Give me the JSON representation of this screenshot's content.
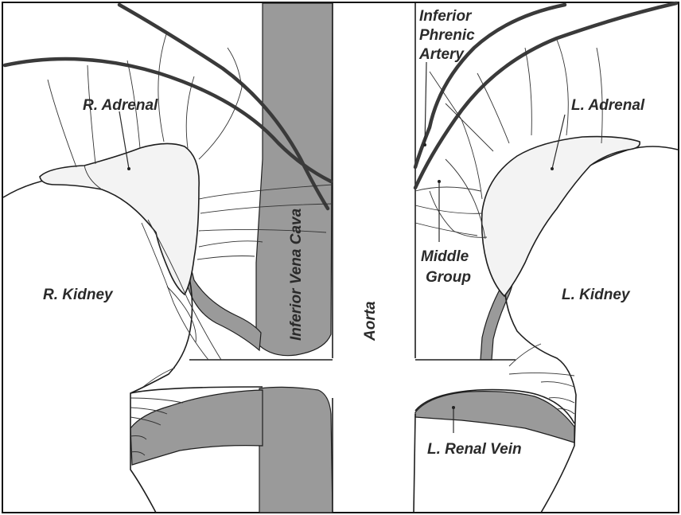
{
  "labels": {
    "r_adrenal": "R. Adrenal",
    "l_adrenal": "L. Adrenal",
    "inferior_phrenic_1": "Inferior",
    "inferior_phrenic_2": "Phrenic",
    "inferior_phrenic_3": "Artery",
    "middle_group_1": "Middle",
    "middle_group_2": "Group",
    "r_kidney": "R. Kidney",
    "l_kidney": "L. Kidney",
    "ivc": "Inferior Vena Cava",
    "aorta": "Aorta",
    "l_renal_vein": "L. Renal Vein"
  },
  "colors": {
    "vessel_fill": "#9a9a9a",
    "adrenal_fill": "#f3f3f3",
    "line": "#1e1e1e",
    "frame": "#111111"
  }
}
